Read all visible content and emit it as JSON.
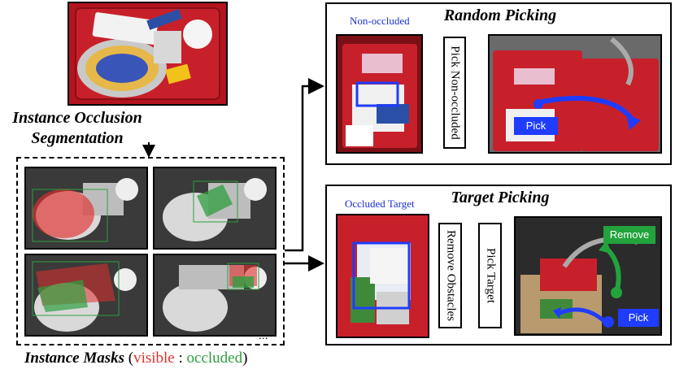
{
  "left": {
    "segmentation_label_line1": "Instance Occlusion",
    "segmentation_label_line2": "Segmentation",
    "masks_caption": {
      "prefix": "Instance Masks",
      "open_paren": "(",
      "visible": "visible",
      "separator": " : ",
      "occluded": "occluded",
      "close_paren": ")"
    },
    "ellipsis": "..."
  },
  "random": {
    "title": "Random Picking",
    "label": "Non-occluded",
    "step": "Pick Non-occluded",
    "tag": "Pick"
  },
  "target": {
    "title": "Target Picking",
    "label": "Occluded Target",
    "step1": "Remove Obstacles",
    "step2": "Pick Target",
    "tag_remove": "Remove",
    "tag_pick": "Pick"
  },
  "colors": {
    "visible": "#e0302c",
    "occluded": "#2e9e3e",
    "blue_box": "#1f3cff",
    "blue_text": "#1a2fd6",
    "remove_green": "#22a33c",
    "bin_red": "#c8202a"
  }
}
